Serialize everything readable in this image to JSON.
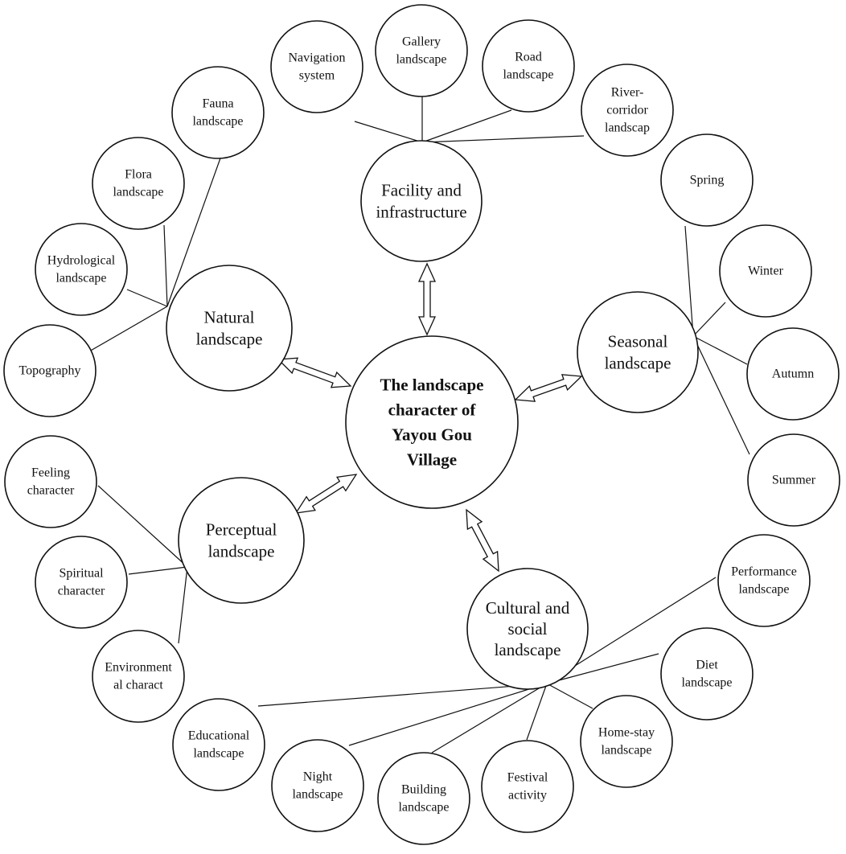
{
  "center": {
    "lines": [
      "The  landscape",
      "character   of",
      "Yayou  Gou",
      "Village"
    ]
  },
  "categories": [
    {
      "id": "facility",
      "lines": [
        "Facility and",
        "infrastructure"
      ]
    },
    {
      "id": "natural",
      "lines": [
        "Natural",
        "landscape"
      ]
    },
    {
      "id": "seasonal",
      "lines": [
        "Seasonal",
        "landscape"
      ]
    },
    {
      "id": "perceptual",
      "lines": [
        "Perceptual",
        "landscape"
      ]
    },
    {
      "id": "cultural",
      "lines": [
        "Cultural and",
        "social",
        "landscape"
      ]
    }
  ],
  "leaves": [
    {
      "id": "navigation-system",
      "category": "facility",
      "lines": [
        "Navigation",
        "system"
      ]
    },
    {
      "id": "gallery-landscape",
      "category": "facility",
      "lines": [
        "Gallery",
        "landscape"
      ]
    },
    {
      "id": "road-landscape",
      "category": "facility",
      "lines": [
        "Road",
        "landscape"
      ]
    },
    {
      "id": "river-corridor-landscape",
      "category": "facility",
      "lines": [
        "River-",
        "corridor",
        "landscap"
      ]
    },
    {
      "id": "fauna-landscape",
      "category": "natural",
      "lines": [
        "Fauna",
        "landscape"
      ]
    },
    {
      "id": "flora-landscape",
      "category": "natural",
      "lines": [
        "Flora",
        "landscape"
      ]
    },
    {
      "id": "hydrological-landscape",
      "category": "natural",
      "lines": [
        "Hydrological",
        "landscape"
      ]
    },
    {
      "id": "topography",
      "category": "natural",
      "lines": [
        "Topography"
      ]
    },
    {
      "id": "spring",
      "category": "seasonal",
      "lines": [
        "Spring"
      ]
    },
    {
      "id": "winter",
      "category": "seasonal",
      "lines": [
        "Winter"
      ]
    },
    {
      "id": "autumn",
      "category": "seasonal",
      "lines": [
        "Autumn"
      ]
    },
    {
      "id": "summer",
      "category": "seasonal",
      "lines": [
        "Summer"
      ]
    },
    {
      "id": "feeling-character",
      "category": "perceptual",
      "lines": [
        "Feeling",
        "character"
      ]
    },
    {
      "id": "spiritual-character",
      "category": "perceptual",
      "lines": [
        "Spiritual",
        "character"
      ]
    },
    {
      "id": "environmental-charact",
      "category": "perceptual",
      "lines": [
        "Environment",
        "al charact"
      ]
    },
    {
      "id": "performance-landscape",
      "category": "cultural",
      "lines": [
        "Performance",
        "landscape"
      ]
    },
    {
      "id": "diet-landscape",
      "category": "cultural",
      "lines": [
        "Diet",
        "landscape"
      ]
    },
    {
      "id": "home-stay-landscape",
      "category": "cultural",
      "lines": [
        "Home-stay",
        "landscape"
      ]
    },
    {
      "id": "festival-activity",
      "category": "cultural",
      "lines": [
        "Festival",
        "activity"
      ]
    },
    {
      "id": "building-landscape",
      "category": "cultural",
      "lines": [
        "Building",
        "landscape"
      ]
    },
    {
      "id": "night-landscape",
      "category": "cultural",
      "lines": [
        "Night",
        "landscape"
      ]
    },
    {
      "id": "educational-landscape",
      "category": "cultural",
      "lines": [
        "Educational",
        "landscape"
      ]
    }
  ]
}
